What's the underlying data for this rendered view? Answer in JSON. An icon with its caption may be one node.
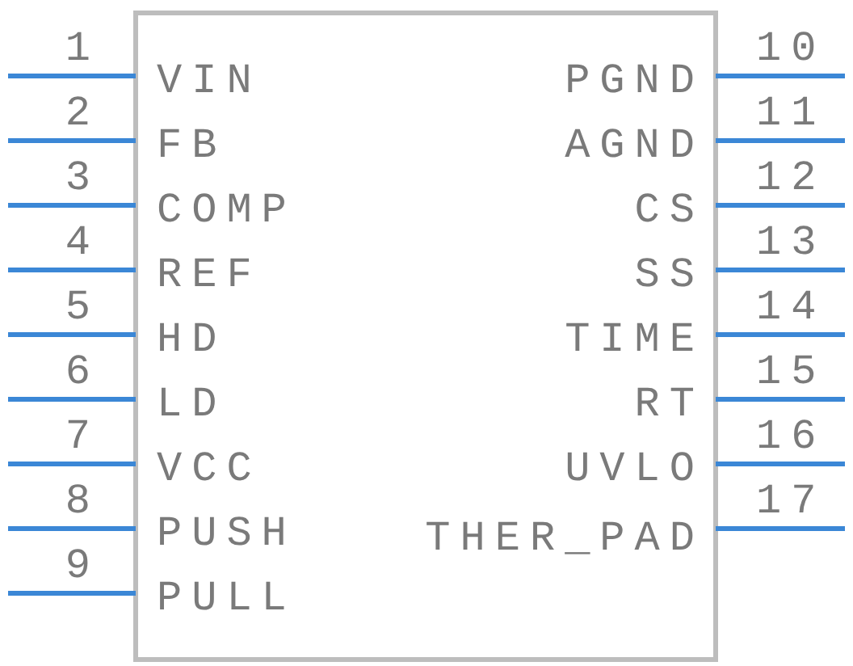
{
  "diagram": {
    "labels": [
      "1",
      "VIN",
      "PGND",
      "10",
      "2",
      "FB",
      "AGND",
      "11",
      "3",
      "COMP",
      "CS",
      "12",
      "4",
      "REF",
      "SS",
      "13",
      "5",
      "HD",
      "TIME",
      "14",
      "6",
      "LD",
      "RT",
      "15",
      "7",
      "VCC",
      "UVLO",
      "16",
      "8",
      "PUSH",
      "THER_PAD",
      "17",
      "9",
      "PULL"
    ]
  }
}
